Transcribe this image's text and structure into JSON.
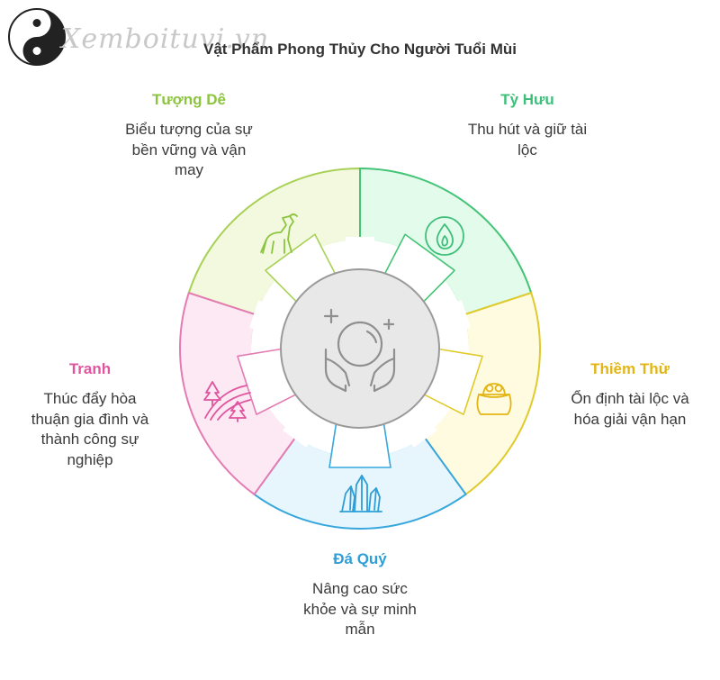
{
  "title": "Vật Phẩm Phong Thủy Cho Người Tuổi Mùi",
  "watermark": "Xemboituvi.vn",
  "segments": [
    {
      "name": "Tượng Dê",
      "color": "#8cc43f",
      "fill": "#f2f9de",
      "stroke": "#a9d158",
      "description": [
        "Biểu tượng của sự",
        "bền vững và vận",
        "may"
      ],
      "icon": "goat-icon"
    },
    {
      "name": "Tỳ Hưu",
      "color": "#3dbf7a",
      "fill": "#e3fbea",
      "stroke": "#43c476",
      "description": [
        "Thu hút và giữ tài",
        "lộc"
      ],
      "icon": "fire-badge-icon"
    },
    {
      "name": "Thiềm Thừ",
      "color": "#e3b514",
      "fill": "#fefbe0",
      "stroke": "#e0ca2c",
      "description": [
        "Ổn định tài lộc và",
        "hóa giải vận hạn"
      ],
      "icon": "purse-icon"
    },
    {
      "name": "Đá Quý",
      "color": "#2e9ed6",
      "fill": "#e7f6fd",
      "stroke": "#36a7dc",
      "description": [
        "Nâng cao sức",
        "khỏe và sự minh",
        "mẫn"
      ],
      "icon": "crystal-icon"
    },
    {
      "name": "Tranh",
      "color": "#e0559e",
      "fill": "#fde9f3",
      "stroke": "#e47bb2",
      "description": [
        "Thúc đẩy hòa",
        "thuận gia đình và",
        "thành công sự",
        "nghiệp"
      ],
      "icon": "landscape-icon"
    }
  ],
  "center_icon": "crystal-ball-hands-icon"
}
